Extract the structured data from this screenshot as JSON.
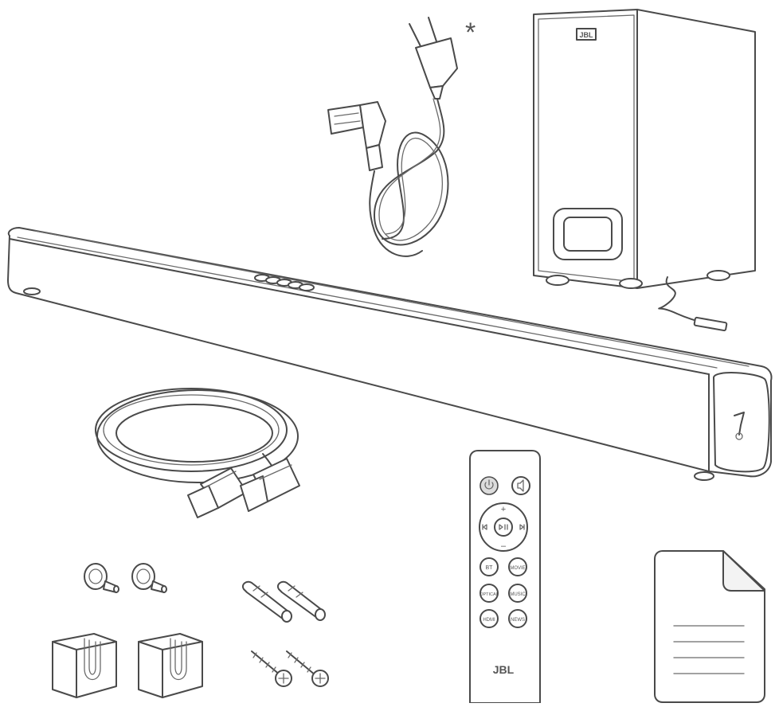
{
  "power_cord": {
    "footnote_mark": "*"
  },
  "subwoofer": {
    "brand_badge": "JBL"
  },
  "remote": {
    "power_button_icon": "power-icon",
    "mute_button_icon": "mute-icon",
    "volume_up": "+",
    "volume_down": "–",
    "prev_icon": "skip-back-icon",
    "play_pause_icon": "play-pause-icon",
    "next_icon": "skip-forward-icon",
    "bt_label": "BT",
    "movie_label": "MOVIE",
    "optical_label": "OPTICAL",
    "music_label": "MUSIC",
    "hdmi_label": "HDMI",
    "news_label": "NEWS",
    "brand": "JBL"
  }
}
